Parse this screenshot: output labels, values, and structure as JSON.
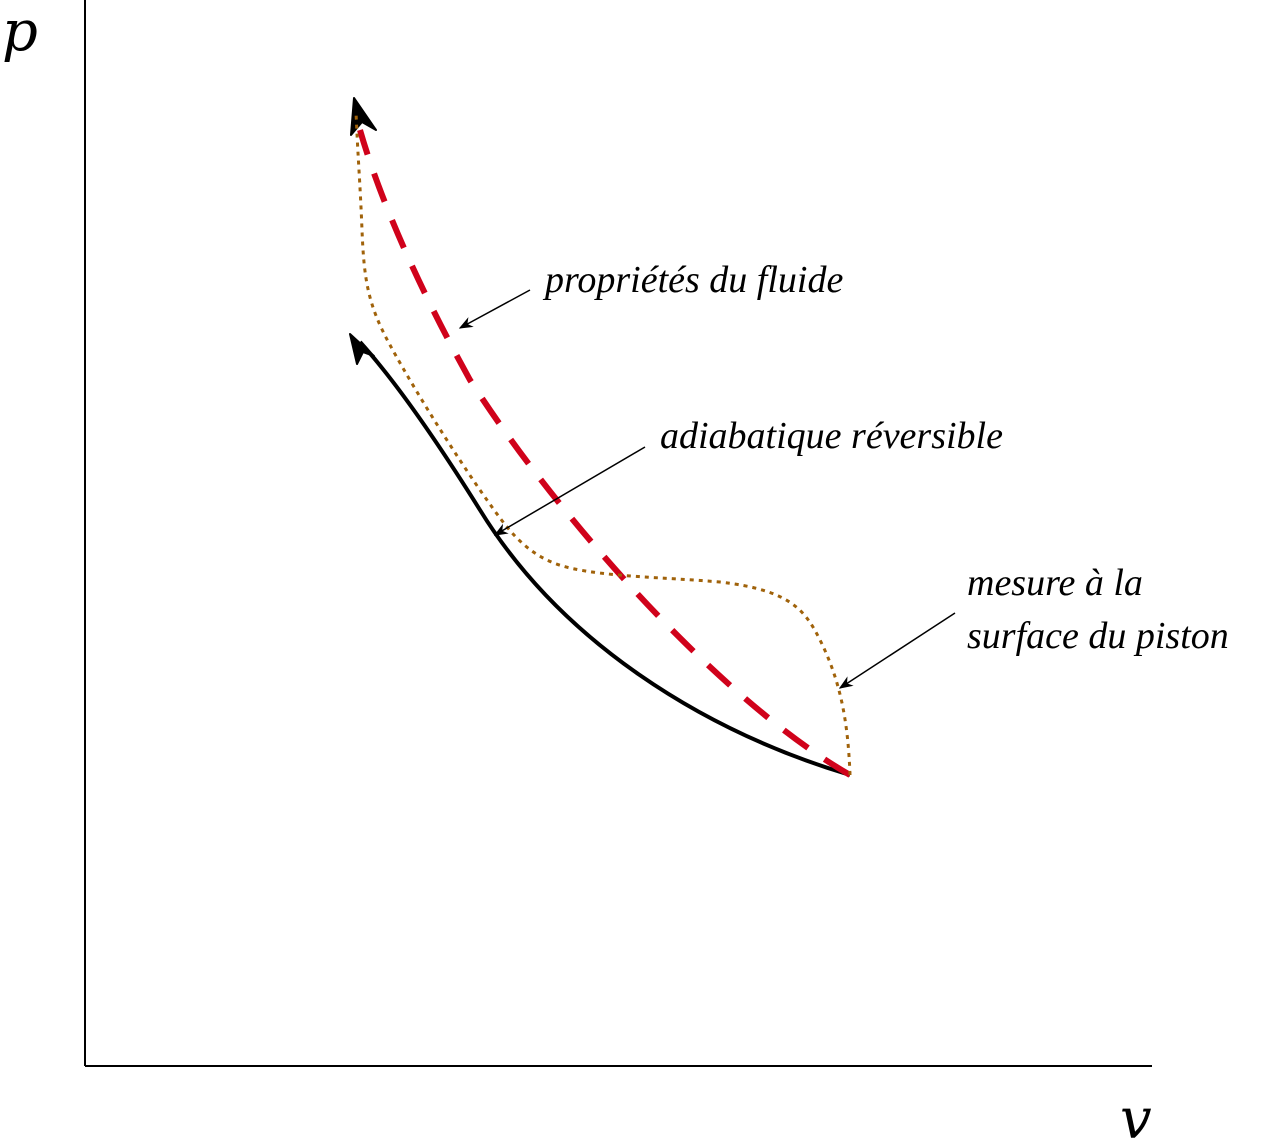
{
  "axes": {
    "y_label": "p",
    "x_label": "v"
  },
  "annotations": {
    "fluid_properties": "propriétés du fluide",
    "reversible_adiabatic": "adiabatique réversible",
    "piston_measure_line1": "mesure à la",
    "piston_measure_line2": "surface du piston"
  },
  "colors": {
    "fluid_properties": "#d0021b",
    "reversible_adiabatic": "#000000",
    "piston_measure": "#a0620a",
    "axes": "#000000"
  }
}
